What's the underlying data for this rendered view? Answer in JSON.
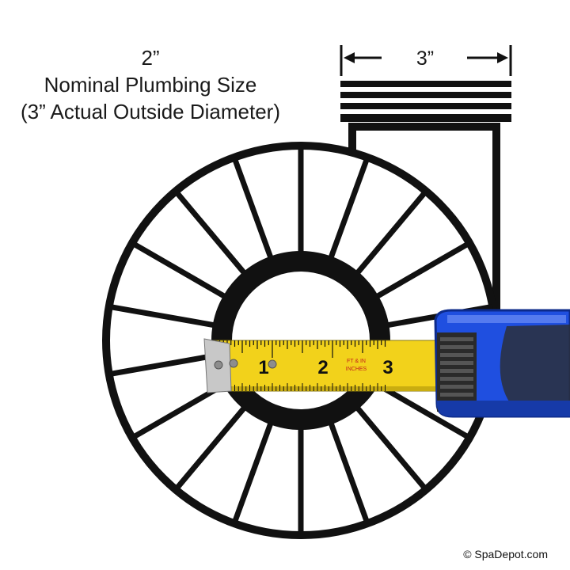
{
  "title": {
    "line1": "2”",
    "line2": "Nominal Plumbing Size",
    "line3": "(3” Actual Outside Diameter)"
  },
  "dimension_label": "3”",
  "tape": {
    "numbers": [
      "1",
      "2",
      "3"
    ],
    "label_top": "FT & IN",
    "label_bottom": "INCHES",
    "blade_color": "#f2d21b",
    "case_color": "#1f4fe0"
  },
  "copyright": "© SpaDepot.com"
}
